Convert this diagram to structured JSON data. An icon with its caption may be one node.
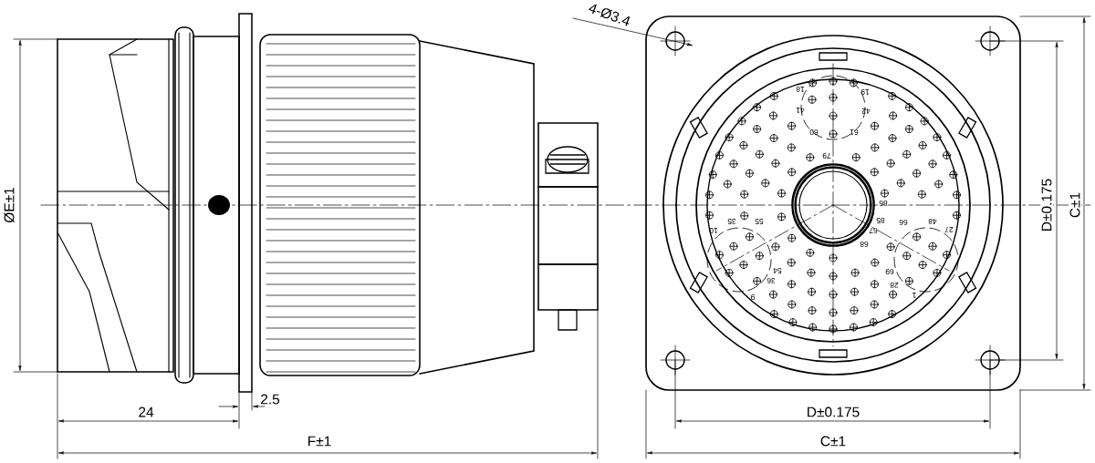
{
  "diagram": {
    "labels": [
      "4-Ø3.4",
      "18",
      "19",
      "41",
      "42",
      "60",
      "61",
      "79",
      "86",
      "10",
      "35",
      "55",
      "67",
      "85",
      "66",
      "48",
      "27",
      "68",
      "54",
      "69",
      "36",
      "28",
      "9",
      "1",
      "ØE±1",
      "D±0.175",
      "C±1",
      "24",
      "2.5",
      "D±0.175",
      "F±1",
      "C±1"
    ]
  }
}
